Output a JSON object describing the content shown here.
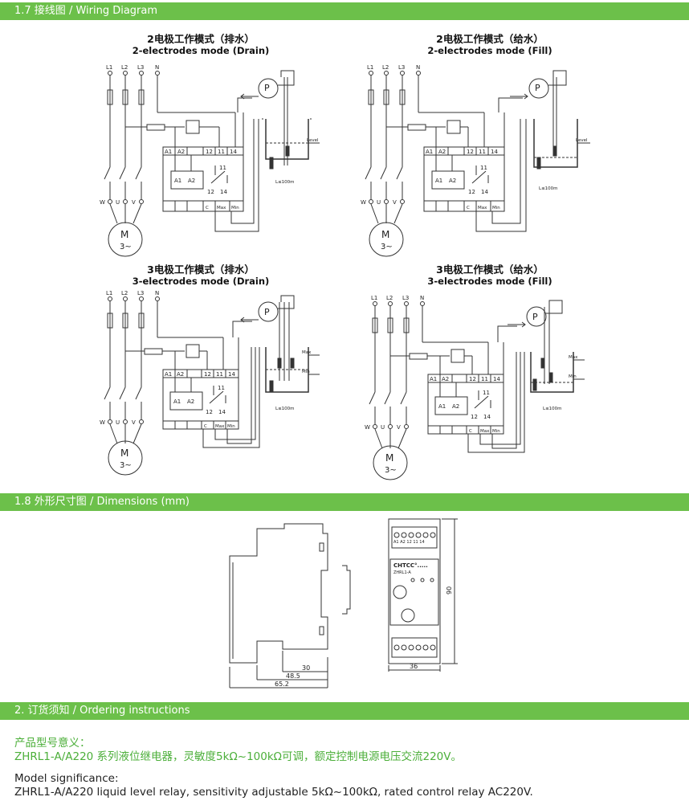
{
  "sections": {
    "wiring": "1.7 接线图 / Wiring Diagram",
    "dimensions": "1.8 外形尺寸图 / Dimensions (mm)",
    "ordering": "2. 订货须知 / Ordering instructions"
  },
  "diagrams": [
    {
      "title_cn": "2电极工作模式（排水）",
      "title_en": "2-electrodes mode (Drain)"
    },
    {
      "title_cn": "2电极工作模式（给水）",
      "title_en": "2-electrodes mode (Fill)"
    },
    {
      "title_cn": "3电极工作模式（排水）",
      "title_en": "3-electrodes mode (Drain)"
    },
    {
      "title_cn": "3电极工作模式（给水）",
      "title_en": "3-electrodes mode (Fill)"
    }
  ],
  "labels": {
    "l1": "L1",
    "l2": "L2",
    "l3": "L3",
    "n": "N",
    "a1": "A1",
    "a2": "A2",
    "t12": "12",
    "t11": "11",
    "t14": "14",
    "c": "C",
    "max": "Max",
    "min": "Min",
    "level": "Level",
    "distance": "L≤100m",
    "w": "W",
    "u": "U",
    "v": "V",
    "motor": "M",
    "motor_sub": "3~",
    "pump": "P"
  },
  "dimensions": {
    "d30": "30",
    "d48": "48.5",
    "d65": "65.2",
    "d36": "36",
    "d90": "90",
    "brand": "CHTCC°.....",
    "model": "ZHRL1-A",
    "term_top": "A1 A2    12 11 14"
  },
  "ordering": {
    "cn_heading": "产品型号意义：",
    "cn_text": "ZHRL1-A/A220 系列液位继电器，灵敏度5kΩ~100kΩ可调，额定控制电源电压交流220V。",
    "en_heading": "Model significance:",
    "en_text": "ZHRL1-A/A220 liquid level relay, sensitivity adjustable 5kΩ~100kΩ, rated control relay AC220V."
  }
}
